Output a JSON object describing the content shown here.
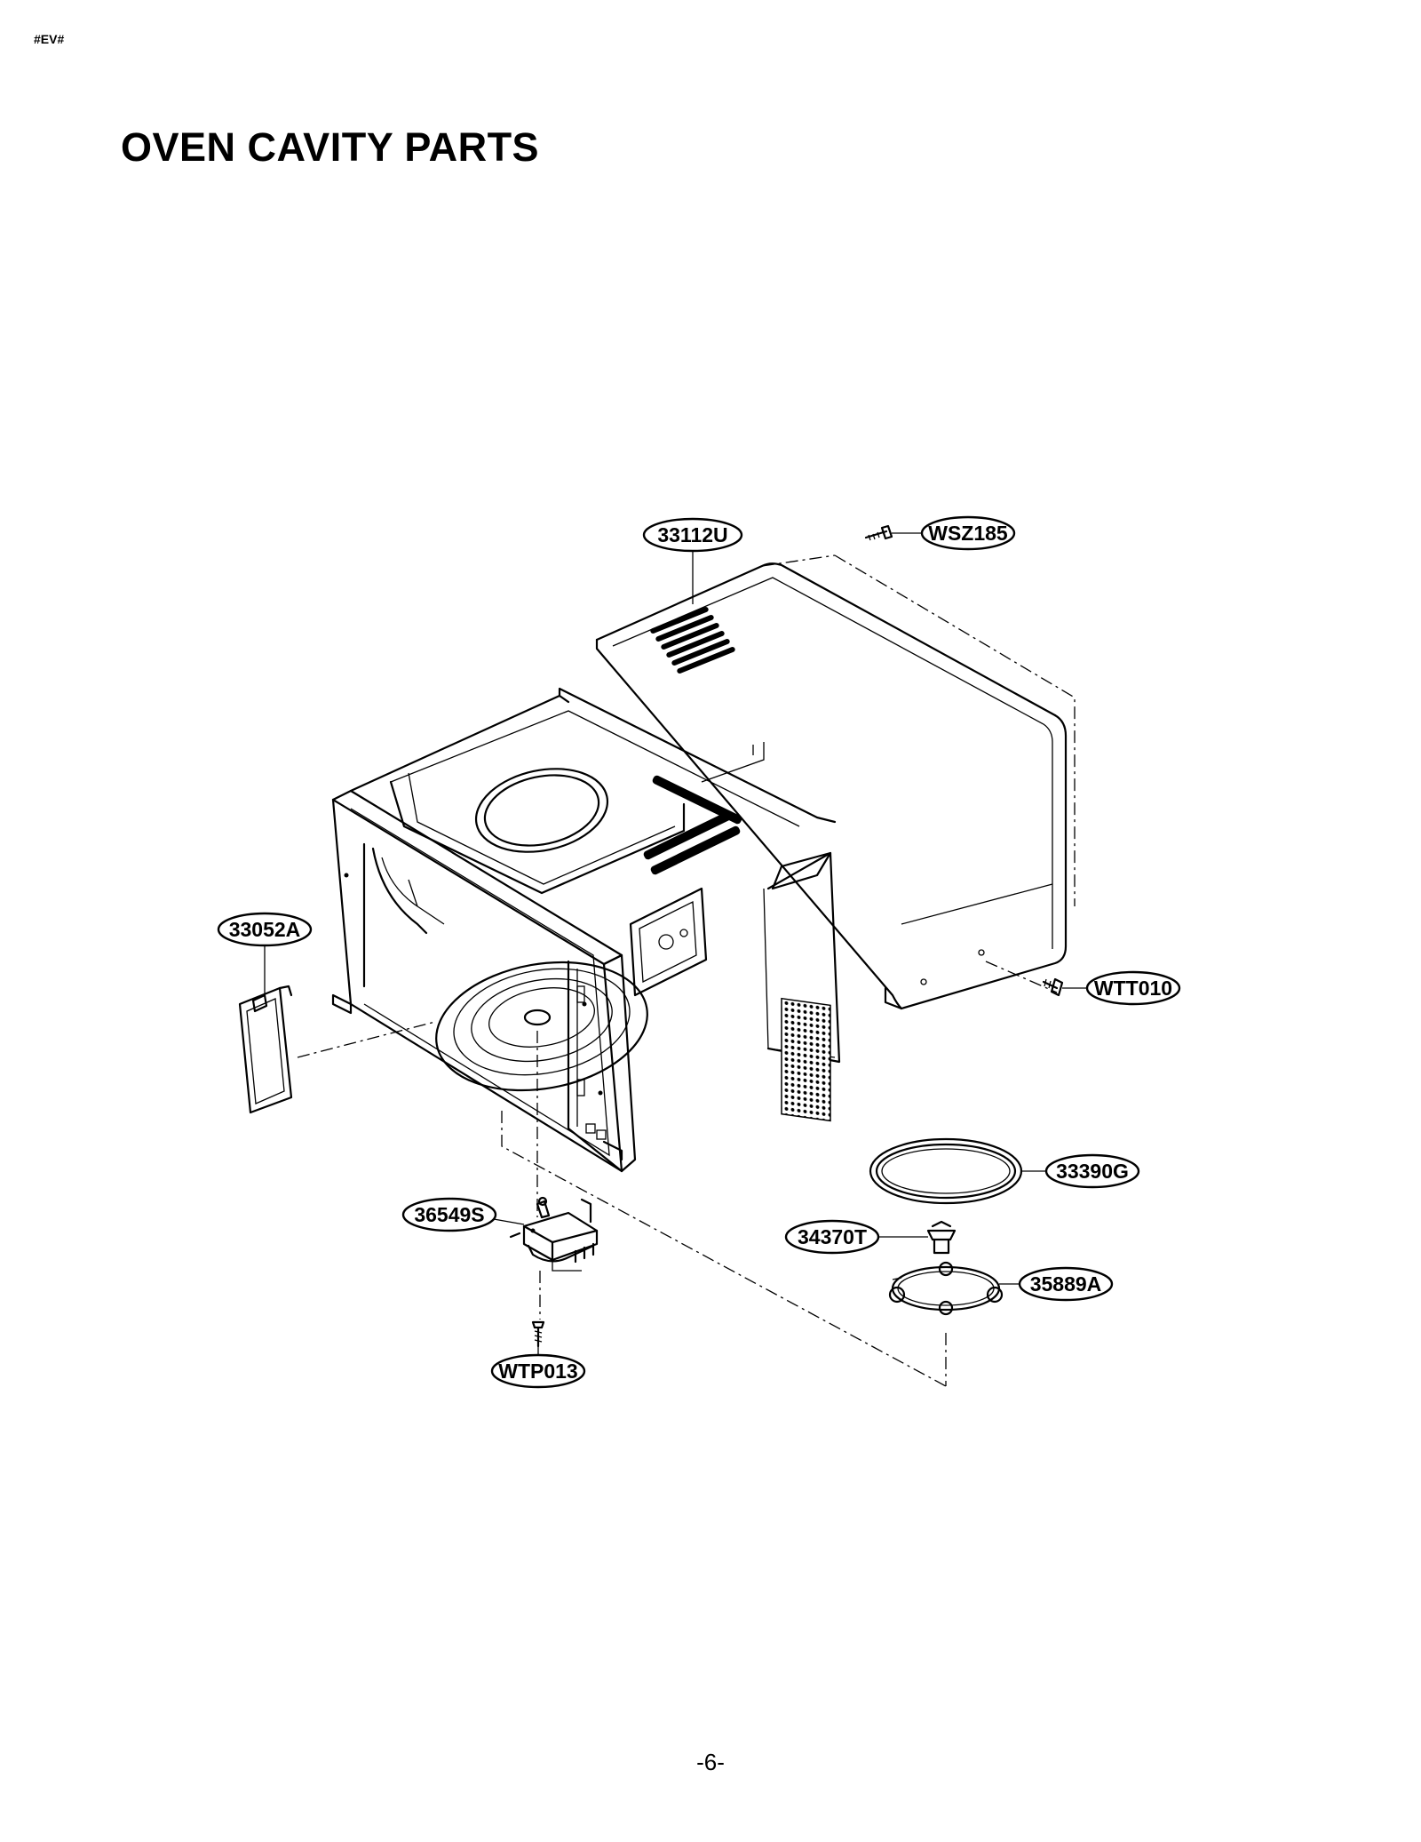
{
  "header": {
    "code": "#EV#"
  },
  "title": "OVEN CAVITY PARTS",
  "page_number": "-6-",
  "parts": {
    "cabinet": "33112U",
    "cabinet_top_screw": "WSZ185",
    "cover_plate": "33052A",
    "cabinet_rear_screw": "WTT010",
    "glass_tray": "33390G",
    "coupler": "34370T",
    "roller_guide": "35889A",
    "turntable_motor": "36549S",
    "motor_screw": "WTP013"
  }
}
